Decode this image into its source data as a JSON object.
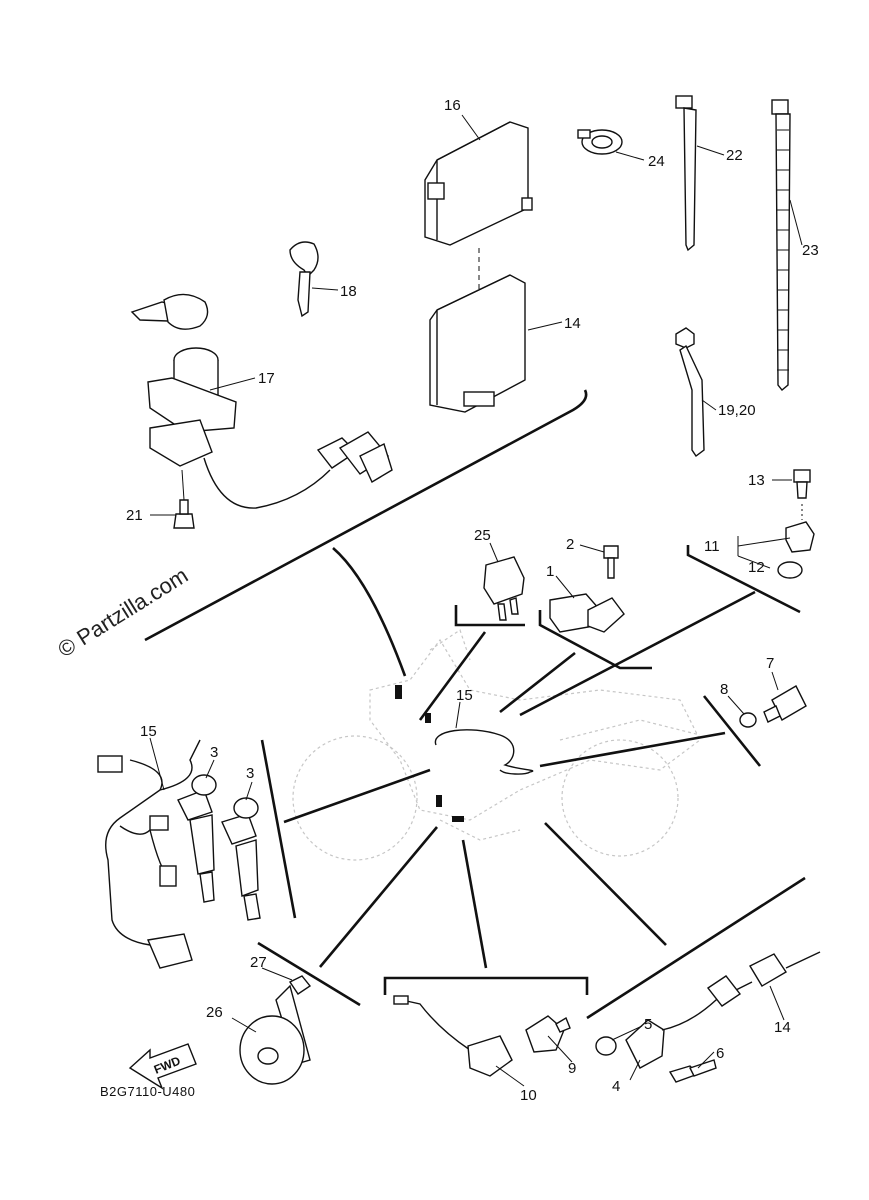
{
  "watermark": "© Partzilla.com",
  "diagram_code": "B2G7110-U480",
  "fwd_label": "FWD",
  "callouts": {
    "c1": "1",
    "c2": "2",
    "c3a": "3",
    "c3b": "3",
    "c4": "4",
    "c5": "5",
    "c6": "6",
    "c7": "7",
    "c8": "8",
    "c9": "9",
    "c10": "10",
    "c11": "11",
    "c12": "12",
    "c13": "13",
    "c14a": "14",
    "c14b": "14",
    "c15a": "15",
    "c15b": "15",
    "c16": "16",
    "c17": "17",
    "c18": "18",
    "c19": "19,20",
    "c21": "21",
    "c22": "22",
    "c23": "23",
    "c24": "24",
    "c25": "25",
    "c26": "26",
    "c27": "27"
  }
}
